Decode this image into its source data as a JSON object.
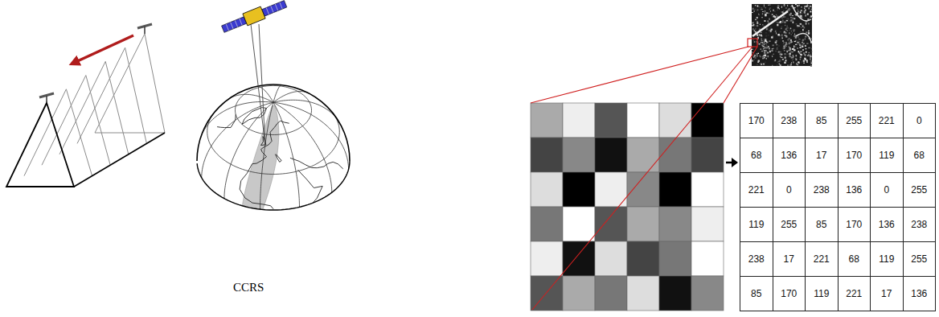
{
  "diagram": {
    "labels": [
      "CCRS",
      "170",
      "238",
      "85",
      "255",
      "221",
      "0",
      "68",
      "136",
      "17",
      "170",
      "119",
      "68",
      "221",
      "0",
      "238",
      "136",
      "0",
      "255",
      "119",
      "255",
      "85",
      "170",
      "136",
      "238",
      "238",
      "17",
      "221",
      "68",
      "119",
      "255",
      "85",
      "170",
      "119",
      "221",
      "17",
      "136"
    ]
  }
}
